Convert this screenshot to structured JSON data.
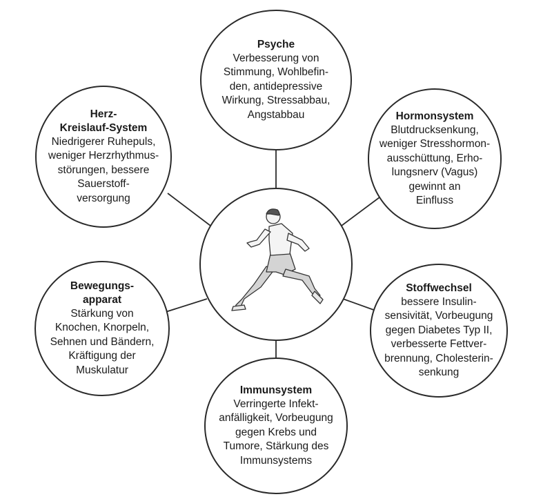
{
  "center": {
    "icon": "running-man-icon"
  },
  "colors": {
    "stroke": "#2a2a2a",
    "text": "#1a1a1a",
    "runner_fill": "#d4d4d4"
  },
  "nodes": [
    {
      "id": "psyche",
      "title": [
        "Psyche"
      ],
      "lines": [
        "Verbesserung von",
        "Stimmung, Wohlbefin-",
        "den, antidepressive",
        "Wirkung, Stressabbau,",
        "Angstabbau"
      ]
    },
    {
      "id": "hormonsystem",
      "title": [
        "Hormonsystem"
      ],
      "lines": [
        "Blutdrucksenkung,",
        "weniger Stresshormon-",
        "ausschüttung, Erho-",
        "lungsnerv (Vagus)",
        "gewinnt an",
        "Einfluss"
      ]
    },
    {
      "id": "stoffwechsel",
      "title": [
        "Stoffwechsel"
      ],
      "lines": [
        "bessere Insulin-",
        "sensivität, Vorbeugung",
        "gegen Diabetes Typ II,",
        "verbesserte Fettver-",
        "brennung, Cholesterin-",
        "senkung"
      ]
    },
    {
      "id": "immunsystem",
      "title": [
        "Immunsystem"
      ],
      "lines": [
        "Verringerte Infekt-",
        "anfälligkeit, Vorbeugung",
        "gegen Krebs und",
        "Tumore, Stärkung des",
        "Immunsystems"
      ]
    },
    {
      "id": "bewegungsapparat",
      "title": [
        "Bewegungs-",
        "apparat"
      ],
      "lines": [
        "Stärkung von",
        "Knochen, Knorpeln,",
        "Sehnen und Bändern,",
        "Kräftigung der",
        "Muskulatur"
      ]
    },
    {
      "id": "herz-kreislauf",
      "title": [
        "Herz-",
        "Kreislauf-System"
      ],
      "lines": [
        "Niedrigerer Ruhepuls,",
        "weniger Herzrhythmus-",
        "störungen, bessere",
        "Sauerstoff-",
        "versorgung"
      ]
    }
  ]
}
